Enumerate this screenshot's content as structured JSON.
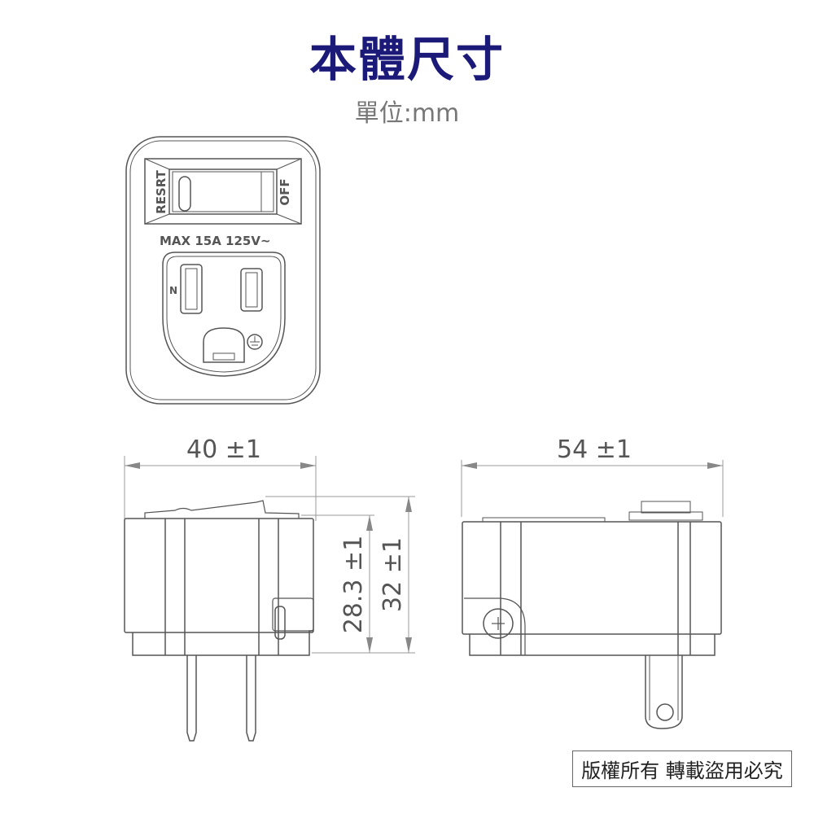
{
  "header": {
    "title": "本體尺寸",
    "unit_label": "單位:mm"
  },
  "front_view": {
    "switch_left_label": "RESRT",
    "switch_right_label": "OFF",
    "rating_label": "MAX 15A 125V~",
    "neutral_label": "N"
  },
  "side_view_a": {
    "width_dim": "40 ±1",
    "height_dim_inner": "28.3 ±1",
    "height_dim_outer": "32 ±1"
  },
  "side_view_b": {
    "width_dim": "54 ±1"
  },
  "footer": {
    "copyright": "版權所有 轉載盜用必究"
  },
  "colors": {
    "title": "#1c1a78",
    "unit": "#777777",
    "line": "#555555",
    "dim_line": "#999999"
  }
}
